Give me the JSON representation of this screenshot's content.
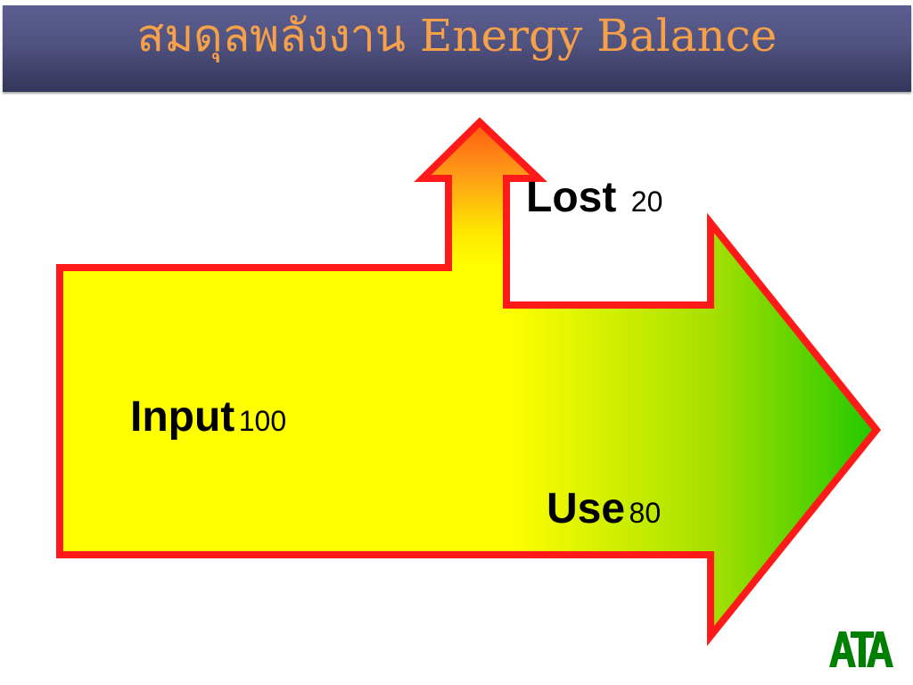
{
  "slide": {
    "title": "สมดุลพลังงาน Energy Balance"
  },
  "diagram": {
    "input": {
      "label": "Input",
      "value": "100"
    },
    "lost": {
      "label": "Lost",
      "value": "20"
    },
    "use": {
      "label": "Use",
      "value": "80"
    }
  },
  "logo": {
    "text": "ATA",
    "color": "#008000"
  },
  "colors": {
    "title_bar": "#50527f",
    "title_text": "#f6a04a",
    "arrow_outline": "#ff1a1a",
    "input_fill": "#ffff00",
    "use_fill_end": "#22c800",
    "lost_fill_top": "#ff5a10"
  }
}
